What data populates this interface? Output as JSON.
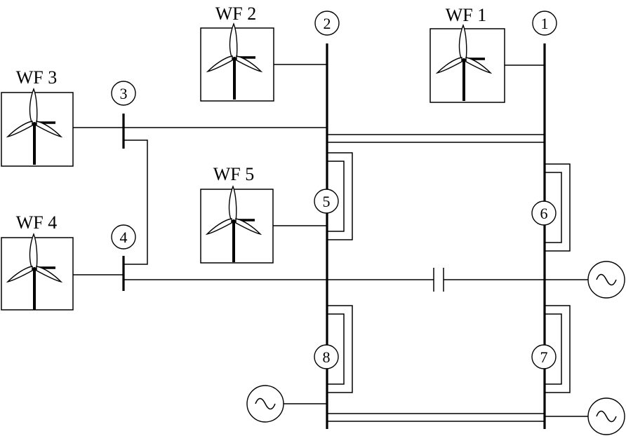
{
  "wind_farms": [
    {
      "id": "wf1",
      "label": "WF 1"
    },
    {
      "id": "wf2",
      "label": "WF 2"
    },
    {
      "id": "wf3",
      "label": "WF 3"
    },
    {
      "id": "wf4",
      "label": "WF 4"
    },
    {
      "id": "wf5",
      "label": "WF 5"
    }
  ],
  "buses": [
    {
      "id": "bus1",
      "label": "1"
    },
    {
      "id": "bus2",
      "label": "2"
    },
    {
      "id": "bus3",
      "label": "3"
    },
    {
      "id": "bus4",
      "label": "4"
    },
    {
      "id": "bus5",
      "label": "5"
    },
    {
      "id": "bus6",
      "label": "6"
    },
    {
      "id": "bus7",
      "label": "7"
    },
    {
      "id": "bus8",
      "label": "8"
    }
  ],
  "generator_symbol": "~"
}
